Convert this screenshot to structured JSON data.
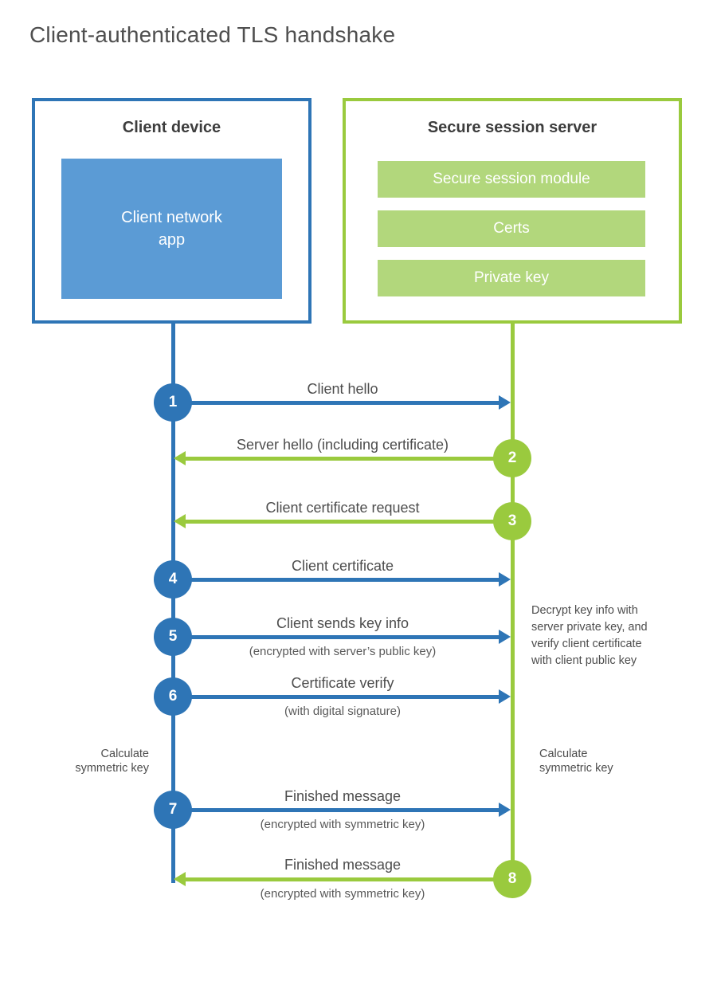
{
  "page": {
    "title": "Client-authenticated TLS handshake"
  },
  "colors": {
    "blue": "#2e75b6",
    "blue_fill": "#5b9bd5",
    "green": "#9aca3e",
    "green_fill": "#b2d77c"
  },
  "client": {
    "title": "Client device",
    "app_label": "Client network\napp"
  },
  "server": {
    "title": "Secure session server",
    "modules": [
      "Secure session module",
      "Certs",
      "Private key"
    ]
  },
  "steps": [
    {
      "num": "1",
      "label": "Client hello",
      "sub": "",
      "direction": "client-to-server",
      "color": "blue"
    },
    {
      "num": "2",
      "label": "Server hello (including certificate)",
      "sub": "",
      "direction": "server-to-client",
      "color": "green"
    },
    {
      "num": "3",
      "label": "Client certificate request",
      "sub": "",
      "direction": "server-to-client",
      "color": "green"
    },
    {
      "num": "4",
      "label": "Client certificate",
      "sub": "",
      "direction": "client-to-server",
      "color": "blue"
    },
    {
      "num": "5",
      "label": "Client sends key info",
      "sub": "(encrypted with server’s public key)",
      "direction": "client-to-server",
      "color": "blue"
    },
    {
      "num": "6",
      "label": "Certificate verify",
      "sub": "(with digital signature)",
      "direction": "client-to-server",
      "color": "blue"
    },
    {
      "num": "7",
      "label": "Finished message",
      "sub": "(encrypted with symmetric key)",
      "direction": "client-to-server",
      "color": "blue"
    },
    {
      "num": "8",
      "label": "Finished message",
      "sub": "(encrypted with symmetric key)",
      "direction": "server-to-client",
      "color": "green"
    }
  ],
  "annotations": {
    "decrypt_note": "Decrypt key info with\nserver private key, and\nverify client certificate\nwith client public key",
    "calculate_left": "Calculate\nsymmetric key",
    "calculate_right": "Calculate\nsymmetric key"
  }
}
